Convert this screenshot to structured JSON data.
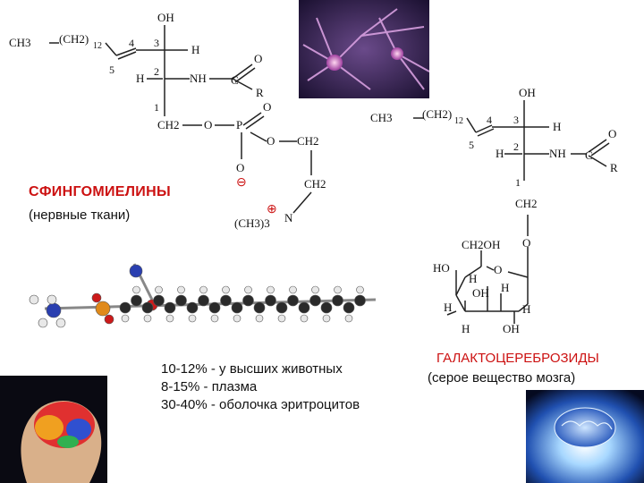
{
  "sphingomyelin": {
    "title": "СФИНГОМИЕЛИНЫ",
    "subtitle": "(нервные ткани)",
    "formula": {
      "ch3": "CH3",
      "ch2_12": "(CH2)",
      "sub12": "12",
      "n4": "4",
      "n3": "3",
      "n5": "5",
      "n2": "2",
      "n1": "1",
      "oh": "OH",
      "h": "H",
      "nh": "NH",
      "c": "C",
      "o": "O",
      "r": "R",
      "ch2": "CH2",
      "p": "P",
      "minus": "⊖",
      "plus": "⊕",
      "n": "N",
      "ch3_3": "(CH3)3"
    }
  },
  "galacto": {
    "title": "ГАЛАКТОЦЕРЕБРОЗИДЫ",
    "subtitle": "(серое вещество мозга)",
    "ch2oh": "CH2OH",
    "ho": "HO"
  },
  "stats": [
    "10-12%  -  у высших животных",
    "8-15%  - плазма",
    "30-40%  - оболочка эритроцитов"
  ],
  "colors": {
    "accent_red": "#cc1111",
    "bond": "#222222",
    "atom_carbon": "#2a2a2a",
    "atom_oxygen": "#cc1a1a",
    "atom_nitrogen": "#2a3fb0",
    "atom_phosphorus": "#e08a1a",
    "atom_hydrogen": "#e8e8e8"
  }
}
